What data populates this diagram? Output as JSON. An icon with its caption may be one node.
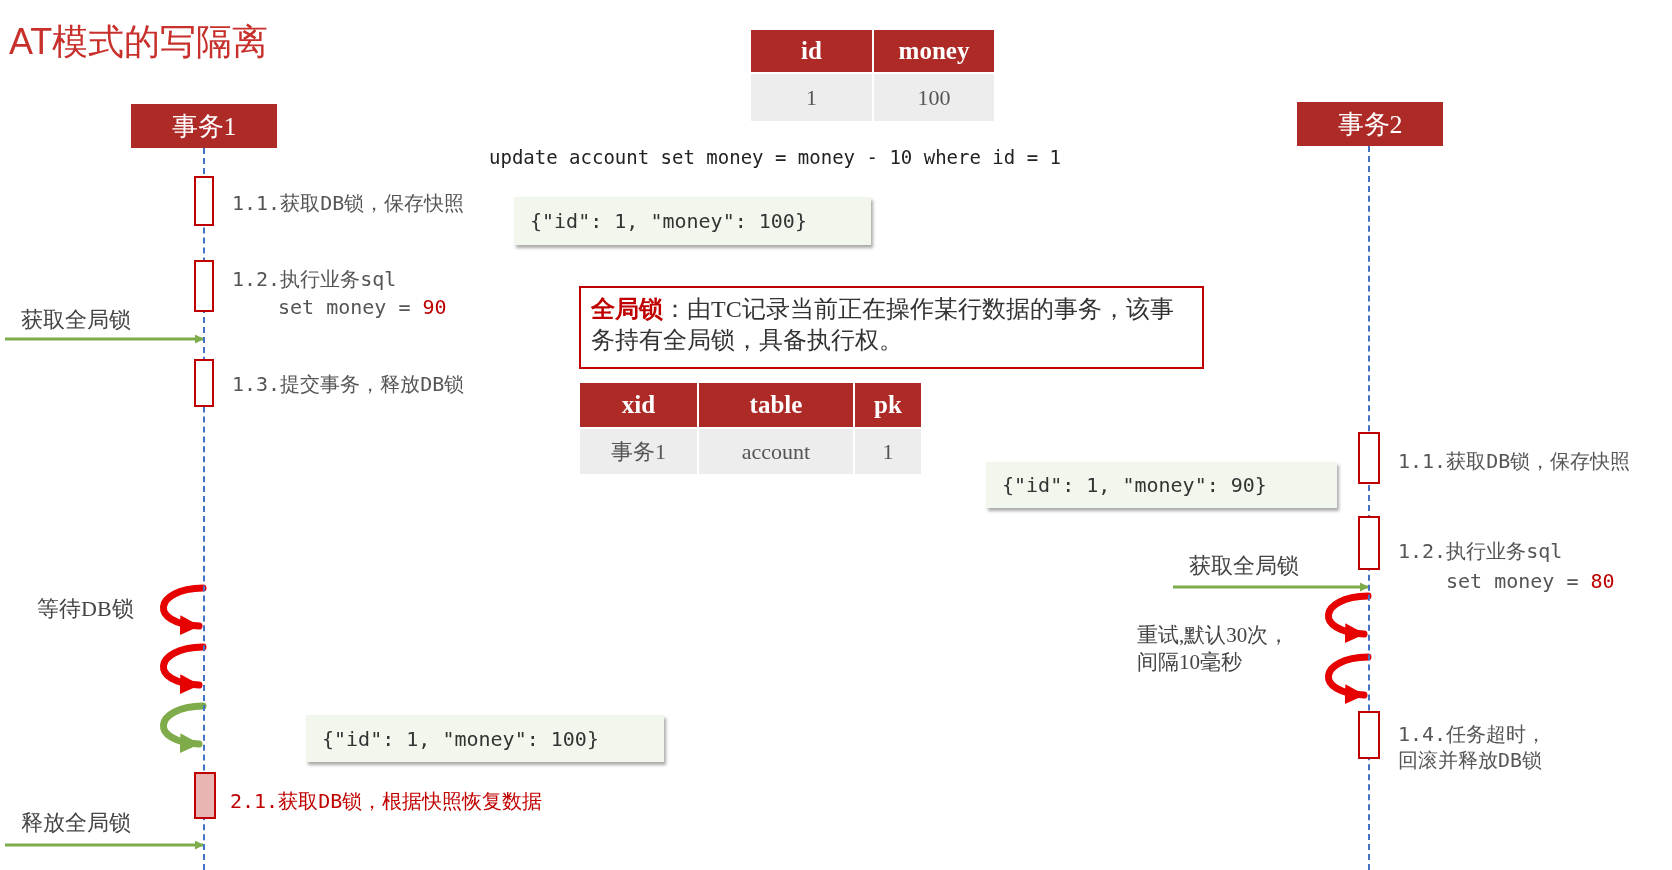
{
  "diagram": {
    "title": "AT模式的写隔离",
    "nodes": [
      {
        "text": [
          "事务1"
        ]
      },
      {
        "text": [
          "事务2"
        ]
      },
      {
        "text": [],
        "shape": "line"
      },
      {
        "text": [],
        "shape": "line"
      },
      {
        "text": [],
        "shape": "box",
        "beside": [
          "1.1.获取DB锁，保存快照"
        ]
      },
      {
        "text": [
          "{\"id\": 1, \"money\": 100}"
        ]
      },
      {
        "text": [],
        "shape": "box",
        "beside": [
          "1.2.执行业务sql",
          "set money = **90**"
        ]
      },
      {
        "text": [
          "**全局锁**：由TC记录当前正在操作某行数据的事务，该事务持有全局锁，具备执行权。"
        ]
      },
      {
        "text": [],
        "shape": "box",
        "beside": [
          "1.3.提交事务，释放DB锁"
        ]
      },
      {
        "text": [],
        "shape": "box",
        "beside": [
          "1.1.获取DB锁，保存快照"
        ]
      },
      {
        "text": [
          "{\"id\": 1, \"money\": 90}"
        ]
      },
      {
        "text": [],
        "shape": "box",
        "beside": [
          "1.2.执行业务sql",
          "set money = **80**"
        ]
      },
      {
        "text": [],
        "shape": "box",
        "beside": [
          "1.4.任务超时，回滚并释放DB锁"
        ]
      },
      {
        "text": [
          "{\"id\": 1, \"money\": 100}"
        ]
      },
      {
        "text": [],
        "shape": "box",
        "beside": [
          "2.1.获取DB锁，根据快照恢复数据"
        ]
      }
    ],
    "edges": [
      {
        "from": null,
        "to": 2,
        "arrow": "to",
        "label": "获取全局锁"
      },
      {
        "from": null,
        "to": 3,
        "arrow": "to",
        "label": "获取全局锁"
      },
      {
        "from": null,
        "to": 2,
        "arrow": "to",
        "label": "释放全局锁"
      },
      {
        "from": 2,
        "to": 2,
        "arrow": "to",
        "color": "#e60000"
      },
      {
        "from": 2,
        "to": 2,
        "arrow": "to",
        "color": "#e60000"
      },
      {
        "from": 2,
        "to": 2,
        "arrow": "to"
      },
      {
        "from": 3,
        "to": 3,
        "arrow": "to",
        "color": "#e60000"
      },
      {
        "from": 3,
        "to": 3,
        "arrow": "to",
        "color": "#e60000"
      }
    ],
    "labels": [
      "id",
      "money",
      "1",
      "100",
      "update account set money = money - 10 where id = 1",
      "xid",
      "table",
      "pk",
      "事务1",
      "account",
      "1",
      "等待DB锁",
      "重试,默认30次，间隔10毫秒"
    ]
  }
}
